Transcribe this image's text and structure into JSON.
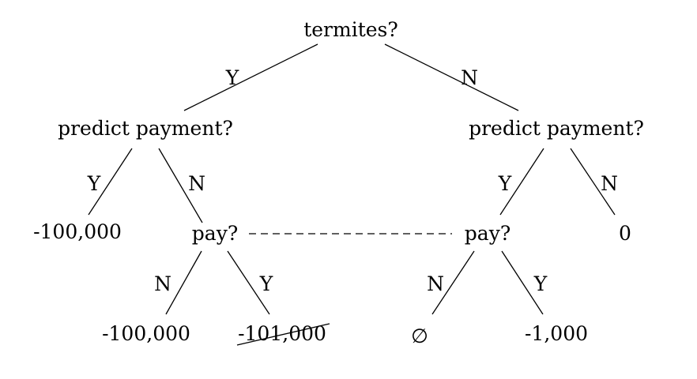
{
  "diagram": {
    "root": "termites?",
    "root_branch_yes": "Y",
    "root_branch_no": "N",
    "left": {
      "label": "predict payment?",
      "branch_yes": "Y",
      "branch_no": "N",
      "yes_outcome": "-100,000",
      "pay": {
        "label": "pay?",
        "branch_no": "N",
        "branch_yes": "Y",
        "no_outcome": "-100,000",
        "yes_outcome": "-101,000",
        "yes_outcome_struck": true
      }
    },
    "right": {
      "label": "predict payment?",
      "branch_yes": "Y",
      "branch_no": "N",
      "no_outcome": "0",
      "pay": {
        "label": "pay?",
        "branch_no": "N",
        "branch_yes": "Y",
        "no_outcome": "∅",
        "yes_outcome": "-1,000"
      }
    },
    "information_set_link": "dashed"
  }
}
